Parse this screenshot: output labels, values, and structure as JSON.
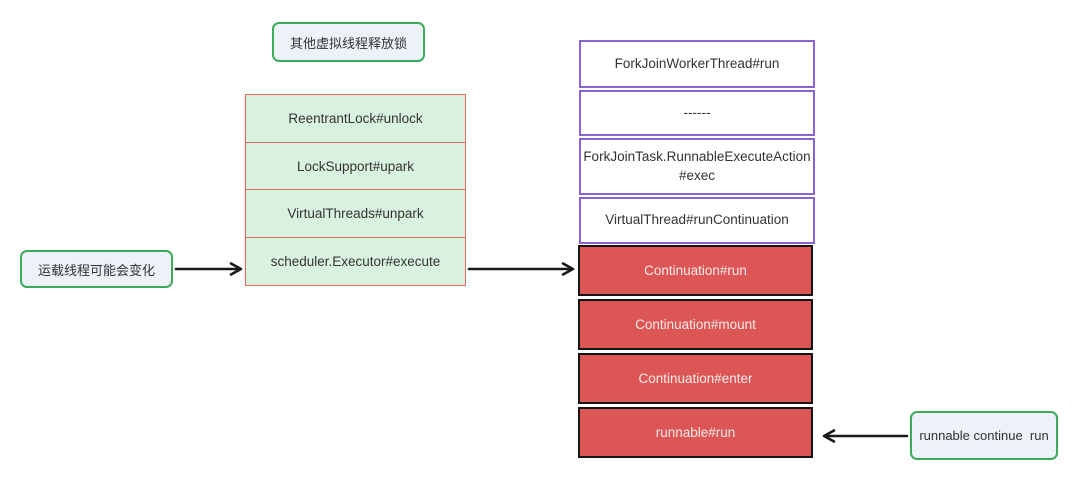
{
  "labels": {
    "top": "其他虚拟线程释放锁",
    "left": "运载线程可能会变化",
    "right": "runnable continue  run"
  },
  "unlock_stack": {
    "items": [
      "ReentrantLock#unlock",
      "LockSupport#upark",
      "VirtualThreads#unpark",
      "scheduler.Executor#execute"
    ]
  },
  "carrier_stack": {
    "items": [
      "ForkJoinWorkerThread#run",
      "------",
      "ForkJoinTask.RunnableExecuteAction#exec",
      "VirtualThread#runContinuation"
    ]
  },
  "continuation_stack": {
    "items": [
      "Continuation#run",
      "Continuation#mount",
      "Continuation#enter",
      "runnable#run"
    ]
  },
  "colors": {
    "note_border": "#3cab59",
    "note_fill": "#edf1f8",
    "unlock_fill": "#d9f2e0",
    "unlock_border": "#e0695f",
    "carrier_border": "#8a63d2",
    "continuation_fill": "#dc5656",
    "continuation_border": "#141414",
    "arrow": "#1a1a1a",
    "text": "#333333"
  }
}
